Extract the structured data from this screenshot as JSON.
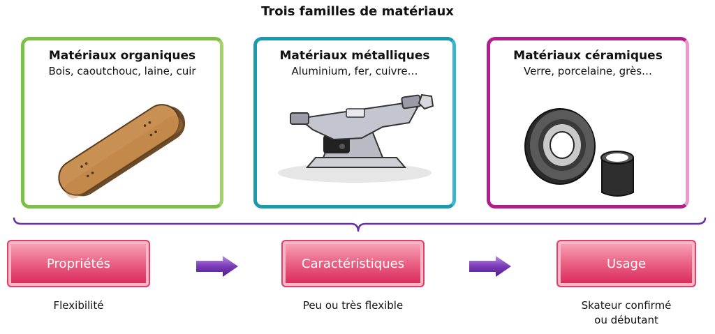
{
  "title": "Trois familles de matériaux",
  "families": [
    {
      "name": "Matériaux organiques",
      "examples": "Bois, caoutchouc, laine, cuir",
      "illustration": "skateboard-deck-icon",
      "color": "#7cc045"
    },
    {
      "name": "Matériaux métalliques",
      "examples": "Aluminium, fer, cuivre…",
      "illustration": "skateboard-truck-icon",
      "color": "#1a9aae"
    },
    {
      "name": "Matériaux céramiques",
      "examples": "Verre, porcelaine, grès…",
      "illustration": "ball-bearing-icon",
      "color": "#b21f8c"
    }
  ],
  "stages": [
    {
      "label": "Propriétés",
      "caption_lines": [
        "Flexibilité"
      ]
    },
    {
      "label": "Caractéristiques",
      "caption_lines": [
        "Peu ou très flexible"
      ]
    },
    {
      "label": "Usage",
      "caption_lines": [
        "Skateur confirmé",
        "ou débutant"
      ]
    }
  ],
  "colors": {
    "stage_fill": "#e85a7e",
    "arrow": "#6a2fa0",
    "brace": "#6a2fa0"
  }
}
